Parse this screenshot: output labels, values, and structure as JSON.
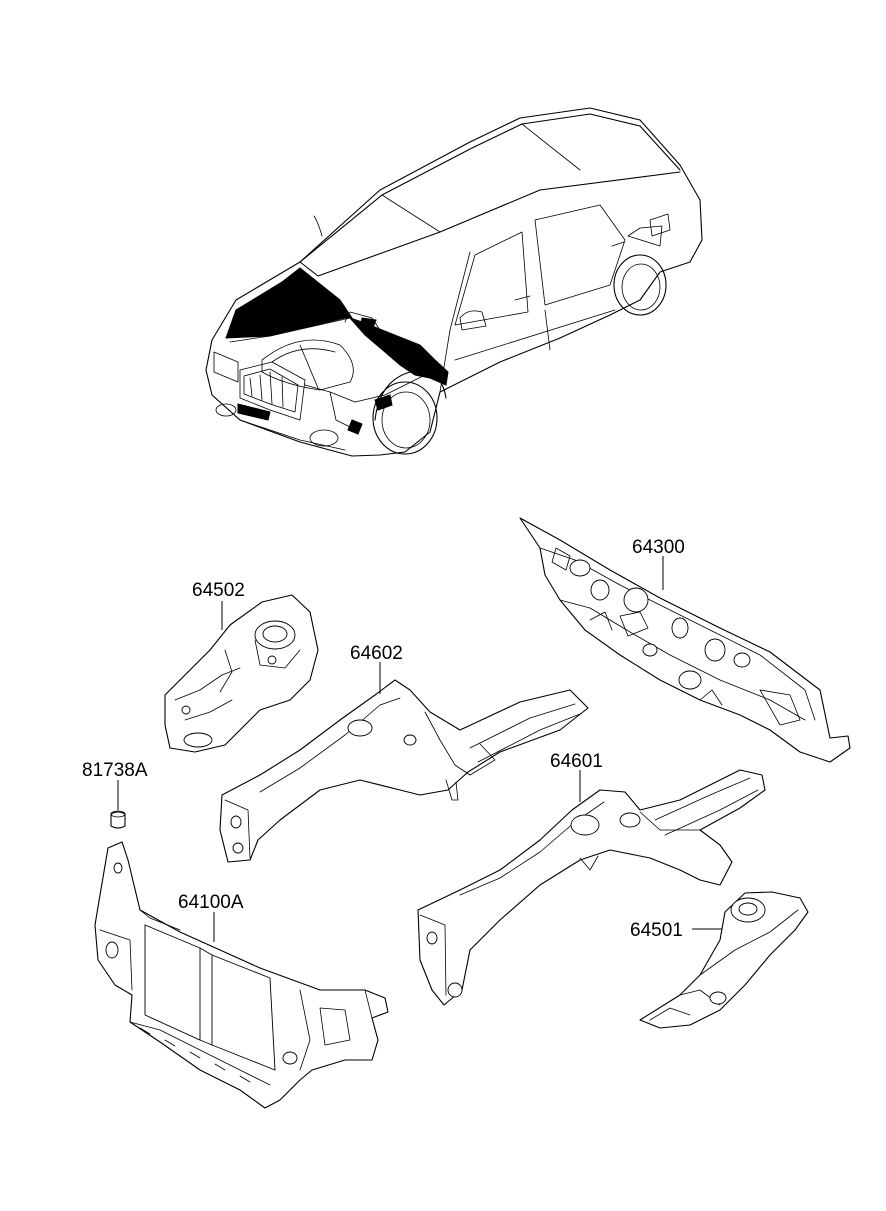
{
  "callouts": {
    "c64300": "64300",
    "c64502": "64502",
    "c64602": "64602",
    "c64601": "64601",
    "c81738A": "81738A",
    "c64100A": "64100A",
    "c64501": "64501"
  }
}
